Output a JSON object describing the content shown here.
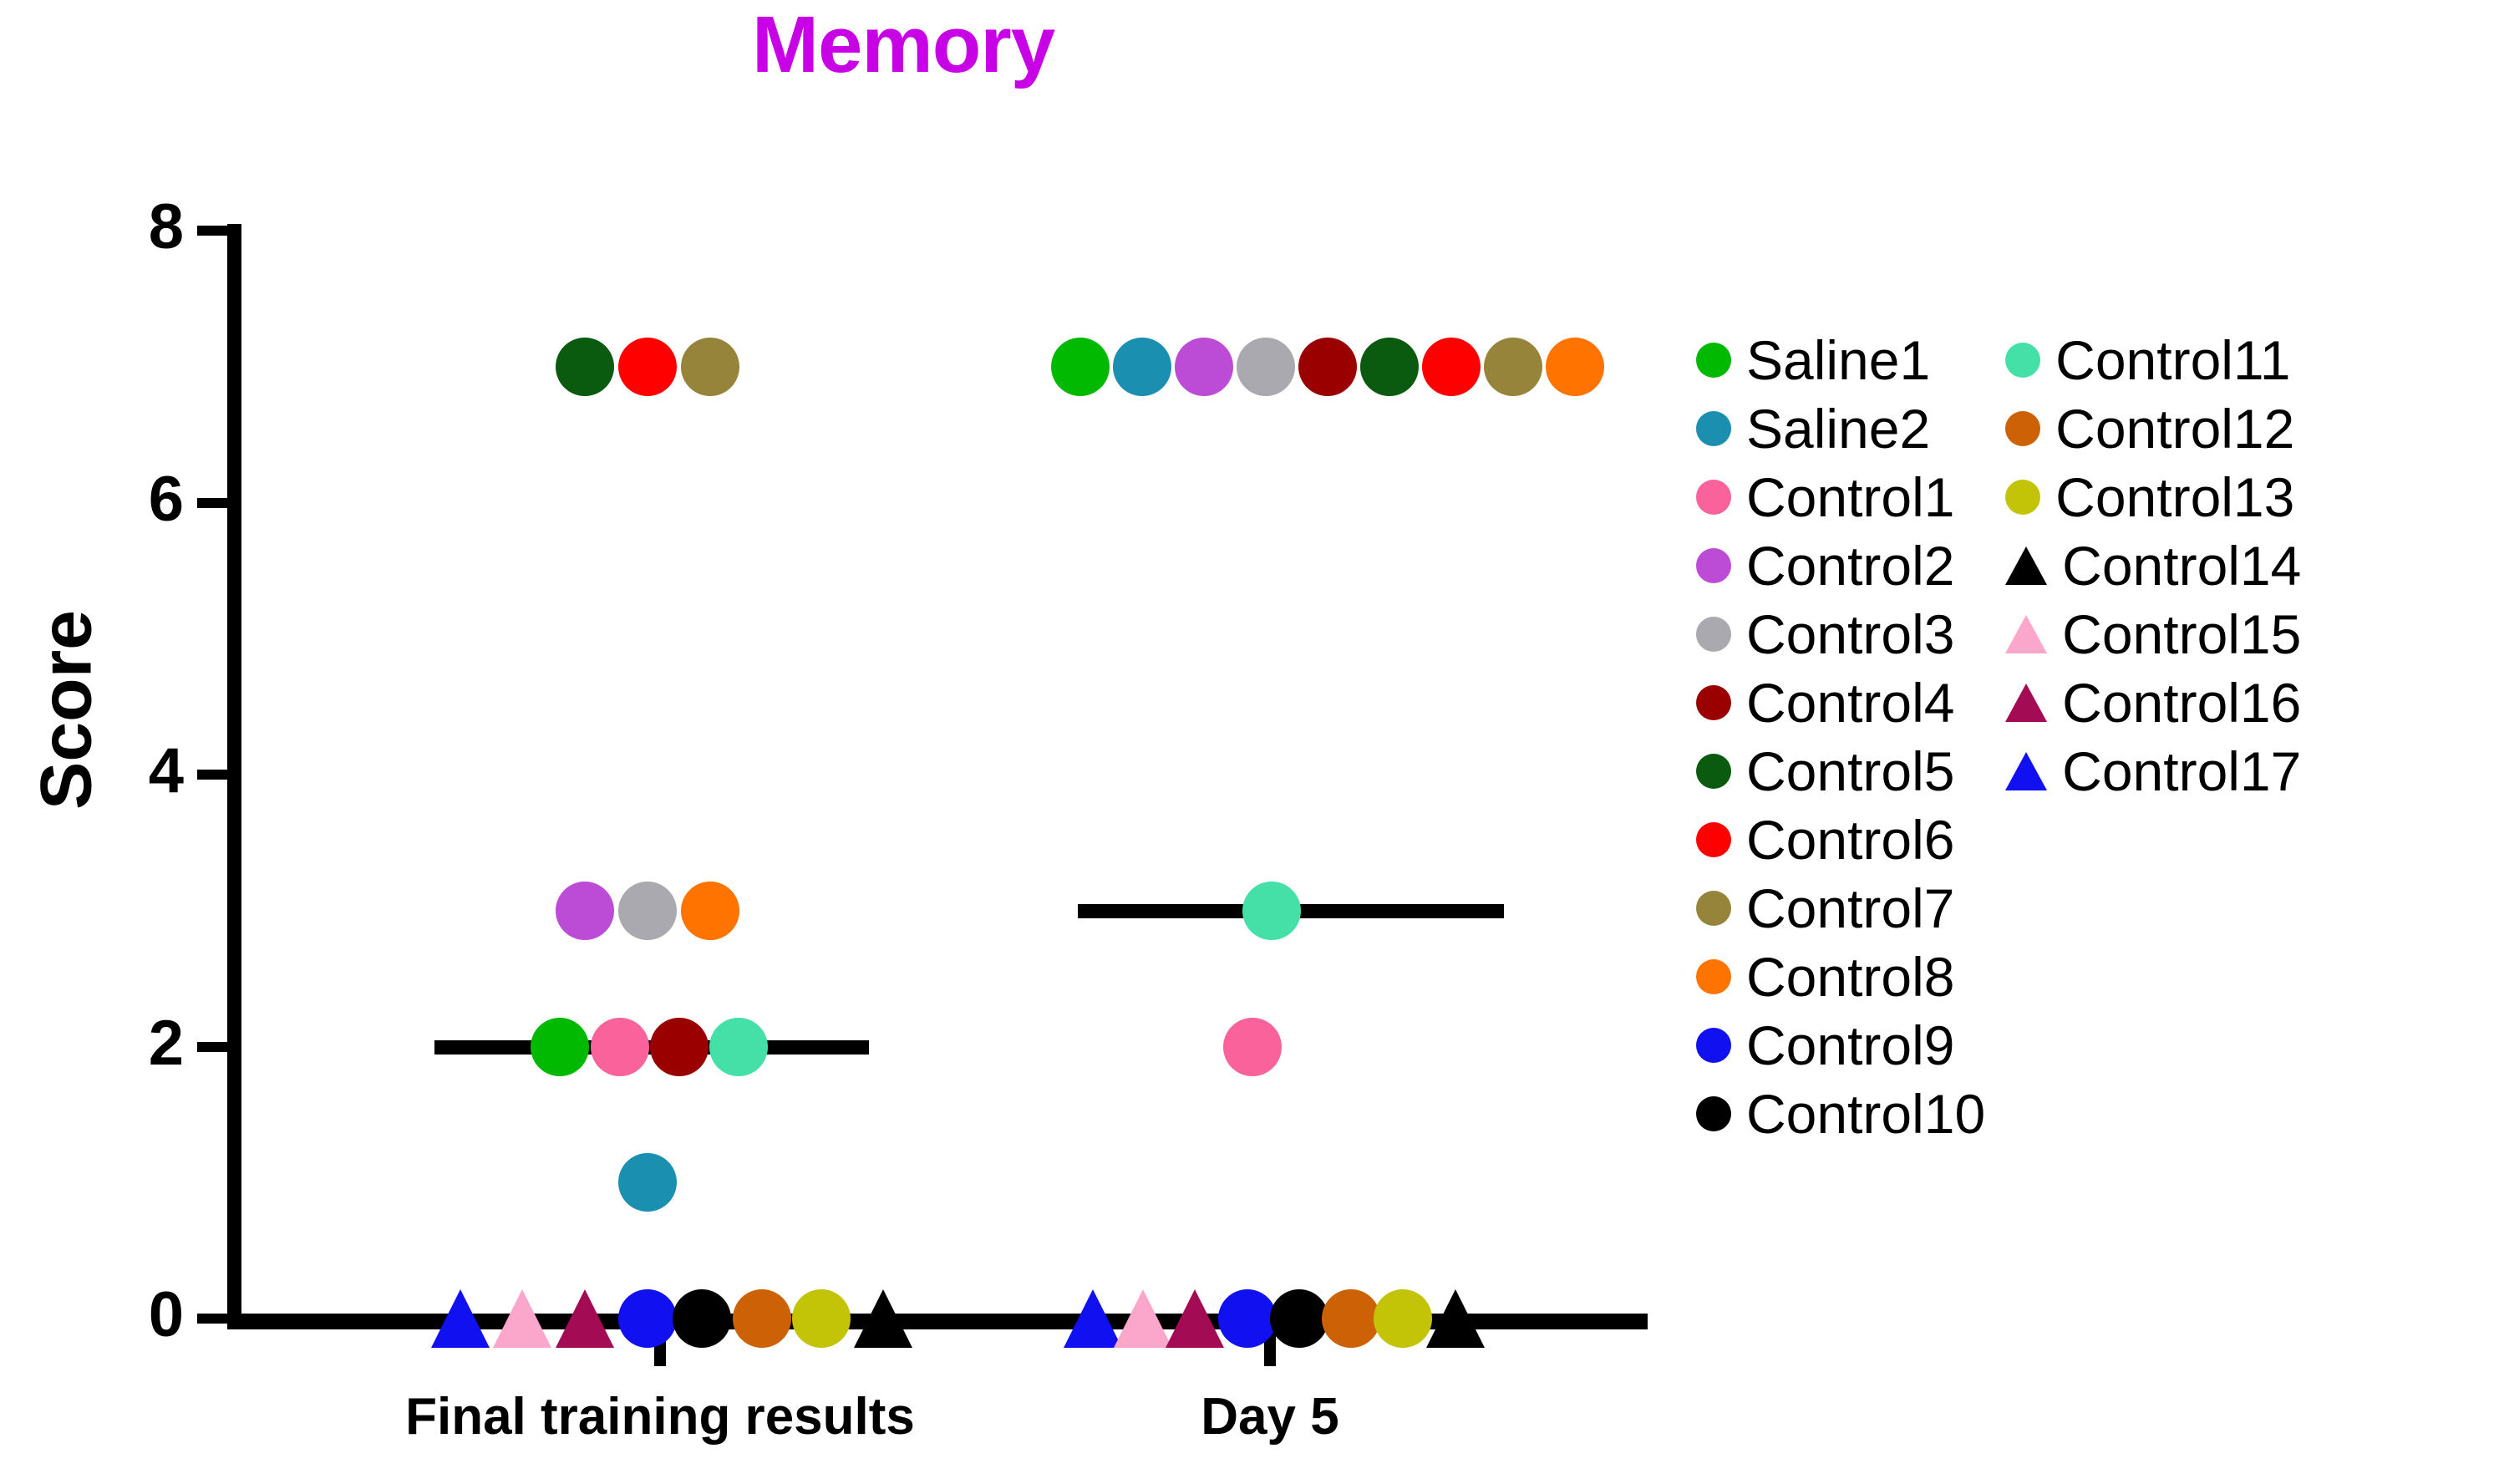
{
  "chart_data": {
    "type": "scatter",
    "title": "Memory",
    "title_color": "#C800E6",
    "xlabel": "",
    "ylabel": "Score",
    "ylim": [
      0,
      8
    ],
    "yticks": [
      0,
      2,
      4,
      6,
      8
    ],
    "grid": false,
    "legend_position": "right",
    "categories": [
      "Final training results",
      "Day 5"
    ],
    "median_lines": [
      {
        "group": "Final training results",
        "value": 2
      },
      {
        "group": "Day 5",
        "value": 3
      }
    ],
    "series": [
      {
        "name": "Saline1",
        "color": "#00B900",
        "marker": "circle",
        "values": [
          2,
          7
        ]
      },
      {
        "name": "Saline2",
        "color": "#1A8FB0",
        "marker": "circle",
        "values": [
          1,
          7
        ]
      },
      {
        "name": "Control1",
        "color": "#F9629B",
        "marker": "circle",
        "values": [
          2,
          2
        ]
      },
      {
        "name": "Control2",
        "color": "#BC4BD6",
        "marker": "circle",
        "values": [
          3,
          7
        ]
      },
      {
        "name": "Control3",
        "color": "#A9A9AF",
        "marker": "circle",
        "values": [
          3,
          7
        ]
      },
      {
        "name": "Control4",
        "color": "#9B0000",
        "marker": "circle",
        "values": [
          2,
          7
        ]
      },
      {
        "name": "Control5",
        "color": "#0A5A10",
        "marker": "circle",
        "values": [
          7,
          7
        ]
      },
      {
        "name": "Control6",
        "color": "#FF0000",
        "marker": "circle",
        "values": [
          7,
          7
        ]
      },
      {
        "name": "Control7",
        "color": "#97843B",
        "marker": "circle",
        "values": [
          7,
          7
        ]
      },
      {
        "name": "Control8",
        "color": "#FF7300",
        "marker": "circle",
        "values": [
          3,
          7
        ]
      },
      {
        "name": "Control9",
        "color": "#1010F0",
        "marker": "circle",
        "values": [
          0,
          0
        ]
      },
      {
        "name": "Control10",
        "color": "#000000",
        "marker": "circle",
        "values": [
          0,
          0
        ]
      },
      {
        "name": "Control11",
        "color": "#45E0A8",
        "marker": "circle",
        "values": [
          2,
          3
        ]
      },
      {
        "name": "Control12",
        "color": "#CC6105",
        "marker": "circle",
        "values": [
          0,
          0
        ]
      },
      {
        "name": "Control13",
        "color": "#C3C408",
        "marker": "circle",
        "values": [
          0,
          0
        ]
      },
      {
        "name": "Control14",
        "color": "#000000",
        "marker": "triangle",
        "values": [
          0,
          0
        ]
      },
      {
        "name": "Control15",
        "color": "#FBA7CB",
        "marker": "triangle",
        "values": [
          0,
          0
        ]
      },
      {
        "name": "Control16",
        "color": "#A30B54",
        "marker": "triangle",
        "values": [
          0,
          0
        ]
      },
      {
        "name": "Control17",
        "color": "#1010F0",
        "marker": "triangle",
        "values": [
          0,
          0
        ]
      }
    ],
    "points": [
      {
        "group": 0,
        "score": 7,
        "series": "Control5",
        "color": "#0A5A10",
        "marker": "circle",
        "x": 700
      },
      {
        "group": 0,
        "score": 7,
        "series": "Control6",
        "color": "#FF0000",
        "marker": "circle",
        "x": 775
      },
      {
        "group": 0,
        "score": 7,
        "series": "Control7",
        "color": "#97843B",
        "marker": "circle",
        "x": 850
      },
      {
        "group": 0,
        "score": 3,
        "series": "Control2",
        "color": "#BC4BD6",
        "marker": "circle",
        "x": 700
      },
      {
        "group": 0,
        "score": 3,
        "series": "Control3",
        "color": "#A9A9AF",
        "marker": "circle",
        "x": 775
      },
      {
        "group": 0,
        "score": 3,
        "series": "Control8",
        "color": "#FF7300",
        "marker": "circle",
        "x": 850
      },
      {
        "group": 0,
        "score": 2,
        "series": "Saline1",
        "color": "#00B900",
        "marker": "circle",
        "x": 670
      },
      {
        "group": 0,
        "score": 2,
        "series": "Control1",
        "color": "#F9629B",
        "marker": "circle",
        "x": 742
      },
      {
        "group": 0,
        "score": 2,
        "series": "Control4",
        "color": "#9B0000",
        "marker": "circle",
        "x": 813
      },
      {
        "group": 0,
        "score": 2,
        "series": "Control11",
        "color": "#45E0A8",
        "marker": "circle",
        "x": 884
      },
      {
        "group": 0,
        "score": 1,
        "series": "Saline2",
        "color": "#1A8FB0",
        "marker": "circle",
        "x": 775
      },
      {
        "group": 0,
        "score": 0,
        "series": "Control17",
        "color": "#1010F0",
        "marker": "triangle",
        "x": 551
      },
      {
        "group": 0,
        "score": 0,
        "series": "Control15",
        "color": "#FBA7CB",
        "marker": "triangle",
        "x": 625
      },
      {
        "group": 0,
        "score": 0,
        "series": "Control16",
        "color": "#A30B54",
        "marker": "triangle",
        "x": 700
      },
      {
        "group": 0,
        "score": 0,
        "series": "Control9",
        "color": "#1010F0",
        "marker": "circle",
        "x": 775
      },
      {
        "group": 0,
        "score": 0,
        "series": "Control10",
        "color": "#000000",
        "marker": "circle",
        "x": 840
      },
      {
        "group": 0,
        "score": 0,
        "series": "Control12",
        "color": "#CC6105",
        "marker": "circle",
        "x": 912
      },
      {
        "group": 0,
        "score": 0,
        "series": "Control13",
        "color": "#C3C408",
        "marker": "circle",
        "x": 983
      },
      {
        "group": 0,
        "score": 0,
        "series": "Control14",
        "color": "#000000",
        "marker": "triangle",
        "x": 1057
      },
      {
        "group": 1,
        "score": 7,
        "series": "Saline1",
        "color": "#00B900",
        "marker": "circle",
        "x": 1293
      },
      {
        "group": 1,
        "score": 7,
        "series": "Saline2",
        "color": "#1A8FB0",
        "marker": "circle",
        "x": 1367
      },
      {
        "group": 1,
        "score": 7,
        "series": "Control2",
        "color": "#BC4BD6",
        "marker": "circle",
        "x": 1441
      },
      {
        "group": 1,
        "score": 7,
        "series": "Control3",
        "color": "#A9A9AF",
        "marker": "circle",
        "x": 1515
      },
      {
        "group": 1,
        "score": 7,
        "series": "Control4",
        "color": "#9B0000",
        "marker": "circle",
        "x": 1589
      },
      {
        "group": 1,
        "score": 7,
        "series": "Control5",
        "color": "#0A5A10",
        "marker": "circle",
        "x": 1663
      },
      {
        "group": 1,
        "score": 7,
        "series": "Control6",
        "color": "#FF0000",
        "marker": "circle",
        "x": 1737
      },
      {
        "group": 1,
        "score": 7,
        "series": "Control7",
        "color": "#97843B",
        "marker": "circle",
        "x": 1811
      },
      {
        "group": 1,
        "score": 7,
        "series": "Control8",
        "color": "#FF7300",
        "marker": "circle",
        "x": 1885
      },
      {
        "group": 1,
        "score": 3,
        "series": "Control11",
        "color": "#45E0A8",
        "marker": "circle",
        "x": 1522
      },
      {
        "group": 1,
        "score": 2,
        "series": "Control1",
        "color": "#F9629B",
        "marker": "circle",
        "x": 1499
      },
      {
        "group": 1,
        "score": 0,
        "series": "Control17",
        "color": "#1010F0",
        "marker": "triangle",
        "x": 1308
      },
      {
        "group": 1,
        "score": 0,
        "series": "Control15",
        "color": "#FBA7CB",
        "marker": "triangle",
        "x": 1368
      },
      {
        "group": 1,
        "score": 0,
        "series": "Control16",
        "color": "#A30B54",
        "marker": "triangle",
        "x": 1430
      },
      {
        "group": 1,
        "score": 0,
        "series": "Control9",
        "color": "#1010F0",
        "marker": "circle",
        "x": 1493
      },
      {
        "group": 1,
        "score": 0,
        "series": "Control10",
        "color": "#000000",
        "marker": "circle",
        "x": 1555
      },
      {
        "group": 1,
        "score": 0,
        "series": "Control12",
        "color": "#CC6105",
        "marker": "circle",
        "x": 1617
      },
      {
        "group": 1,
        "score": 0,
        "series": "Control13",
        "color": "#C3C408",
        "marker": "circle",
        "x": 1679
      },
      {
        "group": 1,
        "score": 0,
        "series": "Control14",
        "color": "#000000",
        "marker": "triangle",
        "x": 1742
      }
    ]
  },
  "legend": {
    "column1": [
      {
        "label": "Saline1",
        "color": "#00B900",
        "marker": "circle"
      },
      {
        "label": "Saline2",
        "color": "#1A8FB0",
        "marker": "circle"
      },
      {
        "label": "Control1",
        "color": "#F9629B",
        "marker": "circle"
      },
      {
        "label": "Control2",
        "color": "#BC4BD6",
        "marker": "circle"
      },
      {
        "label": "Control3",
        "color": "#A9A9AF",
        "marker": "circle"
      },
      {
        "label": "Control4",
        "color": "#9B0000",
        "marker": "circle"
      },
      {
        "label": "Control5",
        "color": "#0A5A10",
        "marker": "circle"
      },
      {
        "label": "Control6",
        "color": "#FF0000",
        "marker": "circle"
      },
      {
        "label": "Control7",
        "color": "#97843B",
        "marker": "circle"
      },
      {
        "label": "Control8",
        "color": "#FF7300",
        "marker": "circle"
      },
      {
        "label": "Control9",
        "color": "#1010F0",
        "marker": "circle"
      },
      {
        "label": "Control10",
        "color": "#000000",
        "marker": "circle"
      }
    ],
    "column2": [
      {
        "label": "Control11",
        "color": "#45E0A8",
        "marker": "circle"
      },
      {
        "label": "Control12",
        "color": "#CC6105",
        "marker": "circle"
      },
      {
        "label": "Control13",
        "color": "#C3C408",
        "marker": "circle"
      },
      {
        "label": "Control14",
        "color": "#000000",
        "marker": "triangle"
      },
      {
        "label": "Control15",
        "color": "#FBA7CB",
        "marker": "triangle"
      },
      {
        "label": "Control16",
        "color": "#A30B54",
        "marker": "triangle"
      },
      {
        "label": "Control17",
        "color": "#1010F0",
        "marker": "triangle"
      }
    ]
  }
}
